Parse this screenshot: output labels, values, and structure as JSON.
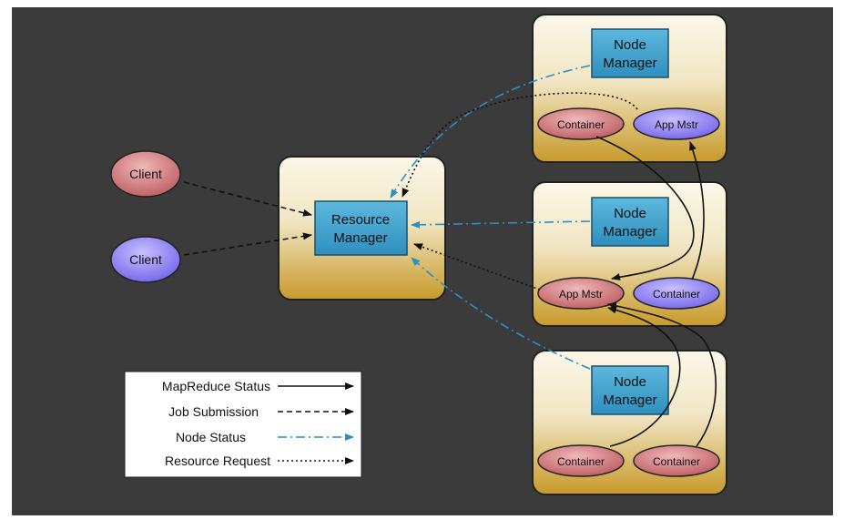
{
  "colors": {
    "background": "#3b3b3b",
    "node_status": "#2f8fc0",
    "line": "#111111",
    "client_red": "#c9696b",
    "client_purple": "#8374f0",
    "manager_box": "#3ea3cc",
    "panel_top": "#fbf7e8",
    "panel_bottom": "#c79a2a"
  },
  "clients": [
    {
      "label": "Client",
      "color": "red"
    },
    {
      "label": "Client",
      "color": "purple"
    }
  ],
  "resource_manager": {
    "label_line1": "Resource",
    "label_line2": "Manager"
  },
  "nodes": [
    {
      "label_line1": "Node",
      "label_line2": "Manager",
      "containers": [
        {
          "label": "Container",
          "color": "red"
        },
        {
          "label": "App Mstr",
          "color": "purple"
        }
      ]
    },
    {
      "label_line1": "Node",
      "label_line2": "Manager",
      "containers": [
        {
          "label": "App Mstr",
          "color": "red"
        },
        {
          "label": "Container",
          "color": "purple"
        }
      ]
    },
    {
      "label_line1": "Node",
      "label_line2": "Manager",
      "containers": [
        {
          "label": "Container",
          "color": "red"
        },
        {
          "label": "Container",
          "color": "red"
        }
      ]
    }
  ],
  "legend": {
    "items": [
      {
        "label": "MapReduce Status",
        "style": "solid"
      },
      {
        "label": "Job Submission",
        "style": "dashed"
      },
      {
        "label": "Node Status",
        "style": "dashdot"
      },
      {
        "label": "Resource Request",
        "style": "dotted"
      }
    ]
  }
}
